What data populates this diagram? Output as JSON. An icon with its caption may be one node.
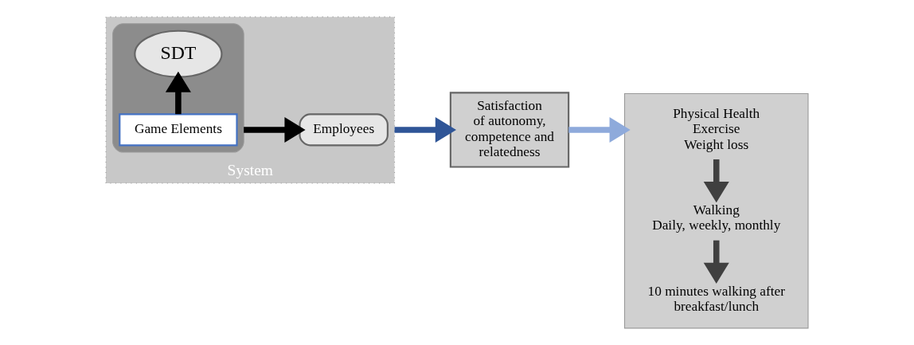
{
  "diagram": {
    "nodes": [
      {
        "text": [
          "System"
        ]
      },
      {
        "text": [],
        "shape": "box",
        "in": 0
      },
      {
        "text": [
          "SDT"
        ],
        "in": 1
      },
      {
        "text": [
          "Game Elements"
        ],
        "in": 1
      },
      {
        "text": [
          "Employees"
        ],
        "in": 0
      },
      {
        "text": [
          "Satisfaction of autonomy, competence and relatedness"
        ]
      },
      {
        "text": [],
        "shape": "box"
      },
      {
        "text": [
          "Physical Health",
          "Exercise",
          "Weight loss"
        ],
        "in": 6
      },
      {
        "text": [
          "Walking",
          "Daily, weekly, monthly"
        ],
        "in": 6
      },
      {
        "text": [
          "10 minutes walking after breakfast/lunch"
        ],
        "in": 6
      }
    ],
    "edges": [
      {
        "from": 3,
        "to": 2,
        "arrow": "to"
      },
      {
        "from": 1,
        "to": 4,
        "arrow": "to",
        "color": "#000000"
      },
      {
        "from": 0,
        "to": 5,
        "arrow": "to",
        "color": "#2f5597"
      },
      {
        "from": 5,
        "to": 6,
        "arrow": "to",
        "color": "#8eaadb"
      },
      {
        "from": 7,
        "to": 8,
        "arrow": "to",
        "color": "#404040"
      },
      {
        "from": 8,
        "to": 9,
        "arrow": "to",
        "color": "#404040"
      }
    ]
  }
}
